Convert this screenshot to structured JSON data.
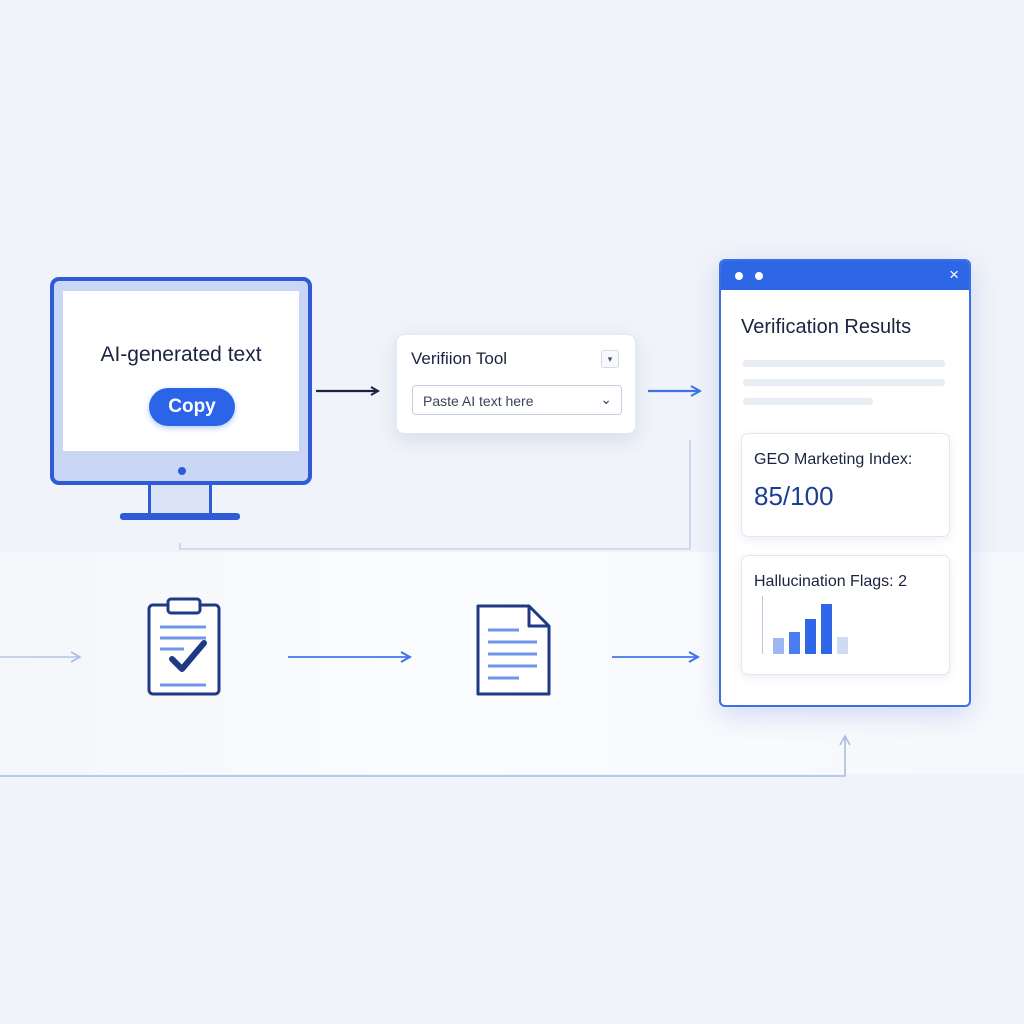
{
  "monitor": {
    "text": "AI-generated text",
    "button_label": "Copy"
  },
  "tool": {
    "title": "Verifiion Tool",
    "input_placeholder": "Paste AI text here",
    "chevron": "⌄",
    "menu_glyph": "▾"
  },
  "results": {
    "title": "Verification Results",
    "close_glyph": "×",
    "geo_index": {
      "label": "GEO Marketing Index:",
      "value": "85/100"
    },
    "hallucination": {
      "label": "Hallucination Flags: 2",
      "bars": [
        {
          "value": 0.28,
          "color": "#9db7f2"
        },
        {
          "value": 0.38,
          "color": "#4a7df0"
        },
        {
          "value": 0.6,
          "color": "#2f67e8"
        },
        {
          "value": 0.86,
          "color": "#2f67e8"
        },
        {
          "value": 0.3,
          "color": "#cfdaf3"
        }
      ]
    }
  },
  "icons": {
    "clipboard": "clipboard-check-icon",
    "document": "document-icon",
    "monitor": "monitor-icon"
  },
  "colors": {
    "accent": "#2e67e6",
    "dark_arrow": "#1b2340",
    "light_arrow": "#5a88e8",
    "background": "#f0f3f9"
  }
}
